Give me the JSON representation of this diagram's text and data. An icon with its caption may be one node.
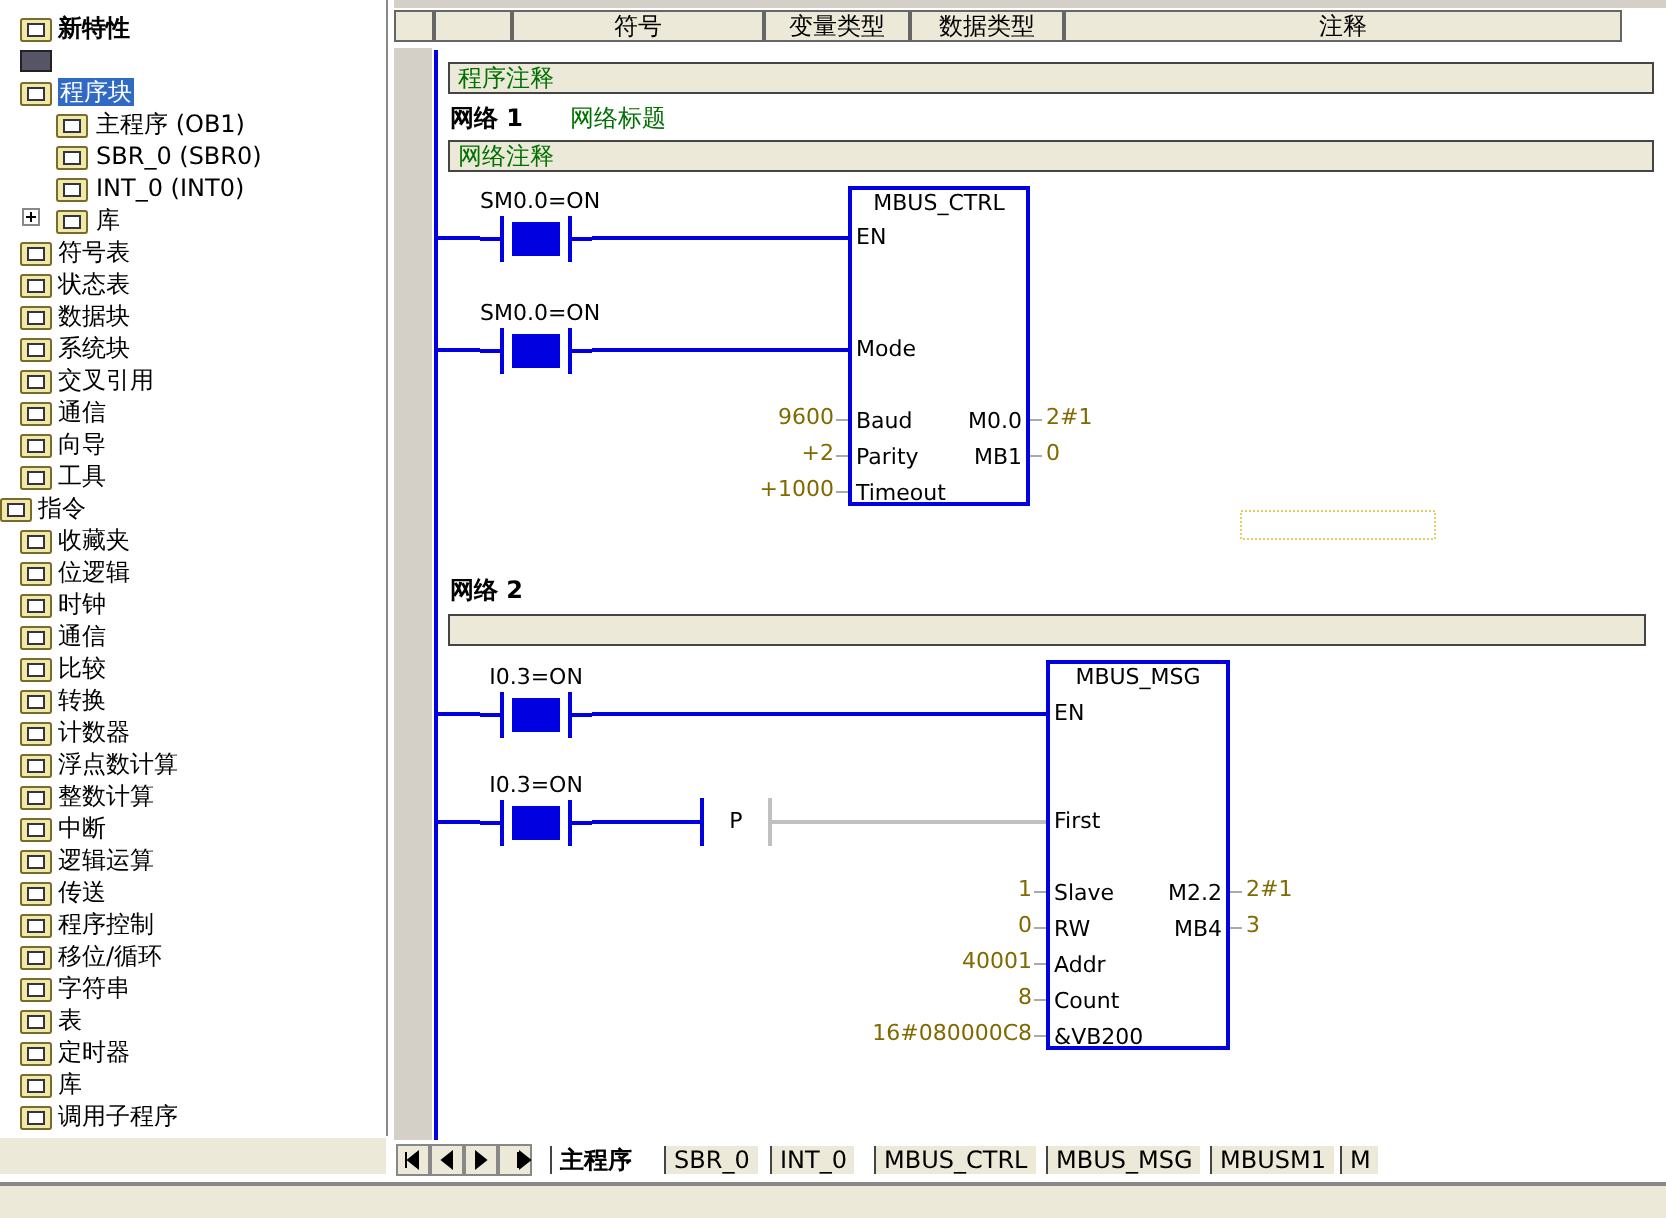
{
  "diagram": {
    "nodes": [
      {
        "text": [],
        "shape": "bar"
      },
      {
        "text": [
          "SM0.0=ON"
        ]
      },
      {
        "text": [
          "MBUS_CTRL",
          "EN",
          "Mode",
          "Baud",
          "Parity",
          "Timeout",
          "M0.0",
          "MB1"
        ],
        "beside": [
          "9600",
          "+2",
          "+1000",
          "2#1",
          "0"
        ]
      },
      {
        "text": [
          "SM0.0=ON"
        ]
      },
      {
        "text": [
          "I0.3=ON"
        ]
      },
      {
        "text": [
          "MBUS_MSG",
          "EN",
          "First",
          "Slave",
          "RW",
          "Addr",
          "Count",
          "&VB200",
          "M2.2",
          "MB4"
        ],
        "beside": [
          "1",
          "0",
          "40001",
          "8",
          "16#080000C8",
          "2#1",
          "3"
        ]
      },
      {
        "text": [
          "I0.3=ON"
        ]
      },
      {
        "text": [
          "P"
        ]
      }
    ],
    "edges": [
      {
        "from": 0,
        "to": 1,
        "arrow": "none"
      },
      {
        "from": 1,
        "to": 2,
        "arrow": "none"
      },
      {
        "from": 0,
        "to": 3,
        "arrow": "none"
      },
      {
        "from": 3,
        "to": 2,
        "arrow": "none"
      },
      {
        "from": 0,
        "to": 4,
        "arrow": "none"
      },
      {
        "from": 4,
        "to": 5,
        "arrow": "none"
      },
      {
        "from": 0,
        "to": 6,
        "arrow": "none"
      },
      {
        "from": 6,
        "to": 7,
        "arrow": "none"
      },
      {
        "from": 7,
        "to": 5,
        "arrow": "none",
        "color": "#c0c0c0"
      }
    ],
    "labels": [
      "新特性",
      "程序块",
      "主程序 (OB1)",
      "SBR_0 (SBR0)",
      "INT_0 (INT0)",
      "库",
      "符号表",
      "状态表",
      "数据块",
      "系统块",
      "交叉引用",
      "通信",
      "向导",
      "工具",
      "指令",
      "收藏夹",
      "位逻辑",
      "时钟",
      "通信",
      "比较",
      "转换",
      "计数器",
      "浮点数计算",
      "整数计算",
      "中断",
      "逻辑运算",
      "传送",
      "程序控制",
      "移位/循环",
      "字符串",
      "表",
      "定时器",
      "库",
      "调用子程序",
      "符号",
      "变量类型",
      "数据类型",
      "注释",
      "程序注释",
      "网络 1",
      "网络标题",
      "网络注释",
      "网络 2",
      "主程序",
      "SBR_0",
      "INT_0",
      "MBUS_CTRL",
      "MBUS_MSG",
      "MBUSM1",
      "M"
    ]
  }
}
